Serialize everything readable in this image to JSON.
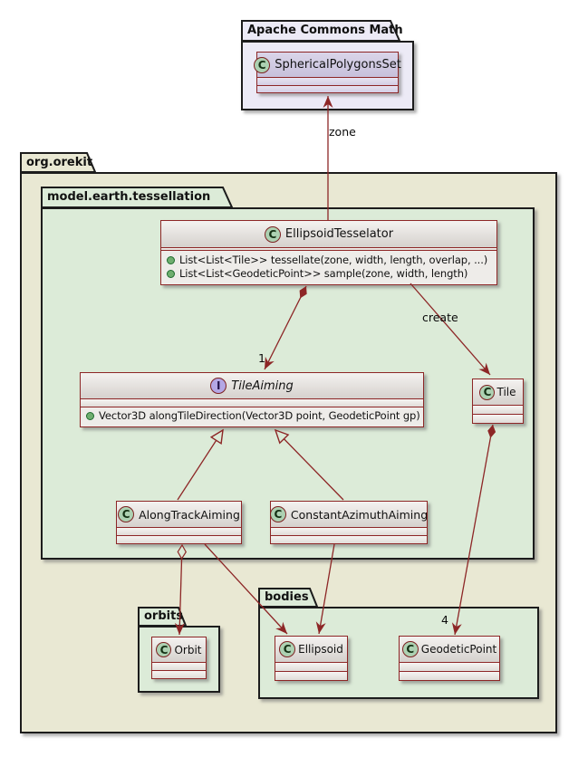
{
  "packages": {
    "apache_commons_math": {
      "label": "Apache Commons Math"
    },
    "org_orekit": {
      "label": "org.orekit"
    },
    "tessellation": {
      "label": "model.earth.tessellation"
    },
    "orbits": {
      "label": "orbits"
    },
    "bodies": {
      "label": "bodies"
    }
  },
  "classes": {
    "spherical_polygons_set": {
      "icon": "C",
      "name": "SphericalPolygonsSet"
    },
    "ellipsoid_tesselator": {
      "icon": "C",
      "name": "EllipsoidTesselator",
      "methods": [
        "List<List<Tile>> tessellate(zone, width, length, overlap, ...)",
        "List<List<GeodeticPoint>> sample(zone, width, length)"
      ]
    },
    "tile_aiming": {
      "icon": "I",
      "name": "TileAiming",
      "methods": [
        "Vector3D alongTileDirection(Vector3D point, GeodeticPoint gp)"
      ]
    },
    "tile": {
      "icon": "C",
      "name": "Tile"
    },
    "along_track_aiming": {
      "icon": "C",
      "name": "AlongTrackAiming"
    },
    "constant_azimuth_aiming": {
      "icon": "C",
      "name": "ConstantAzimuthAiming"
    },
    "orbit": {
      "icon": "C",
      "name": "Orbit"
    },
    "ellipsoid": {
      "icon": "C",
      "name": "Ellipsoid"
    },
    "geodetic_point": {
      "icon": "C",
      "name": "GeodeticPoint"
    }
  },
  "edge_labels": {
    "zone": "zone",
    "create": "create",
    "tileaiming_multiplicity": "1",
    "geodeticpoint_multiplicity": "4"
  },
  "palette": {
    "line_maroon": "#8d2626",
    "package_beige": "#e9e8d3",
    "package_green": "#dcebd8",
    "package_lavender": "#eceaf6",
    "class_header_gray_top": "#f4f2f0",
    "class_header_gray_bottom": "#d5d1cd",
    "class_header_lavender_top": "#dad5e9",
    "class_header_lavender_bottom": "#c7c0db",
    "class_icon_green": "#add1b2",
    "interface_icon_purple": "#b4a7e5",
    "method_dot_green": "#6fae6f",
    "package_border_dark": "#1c1c1c"
  }
}
